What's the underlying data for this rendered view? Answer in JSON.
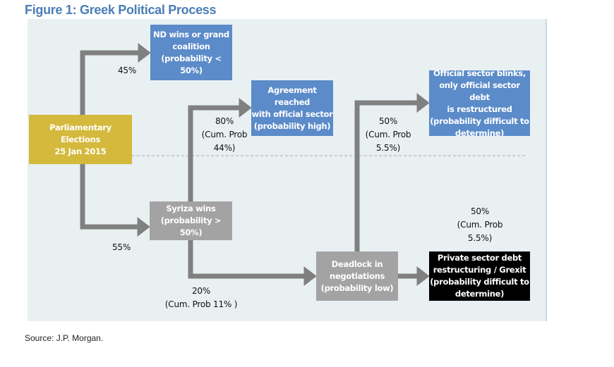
{
  "title": "Figure 1: Greek Political Process",
  "source": "Source: J.P. Morgan.",
  "colors": {
    "title": "#4a7db5",
    "blue_box": "#5b8bc9",
    "gold_box": "#d4b93c",
    "gray_box": "#a3a3a3",
    "black_box": "#000000",
    "arrow": "#808080",
    "panel": "#e9f0f2"
  },
  "nodes": {
    "elections": "Parliamentary Elections\n25 Jan 2015",
    "nd_wins": "ND wins or grand\ncoalition\n(probability < 50%)",
    "syriza_wins": "Syriza wins\n(probability > 50%)",
    "agreement": "Agreement reached\nwith official sector\n(probability high)",
    "deadlock": "Deadlock in\nnegotiations\n(probability low)",
    "official_blinks": "Official sector blinks,\nonly official sector debt\nis restructured\n(probability difficult to\ndetermine)",
    "grexit": "Private sector debt\nrestructuring / Grexit\n(probability difficult to\ndetermine)"
  },
  "edges": {
    "to_nd": "45%",
    "to_syriza": "55%",
    "to_agreement": "80%\n(Cum. Prob\n44%)",
    "to_deadlock": "20%\n(Cum. Prob  11% )",
    "to_official": "50%\n(Cum. Prob\n5.5%)",
    "to_grexit": "50%\n(Cum. Prob\n5.5%)"
  }
}
